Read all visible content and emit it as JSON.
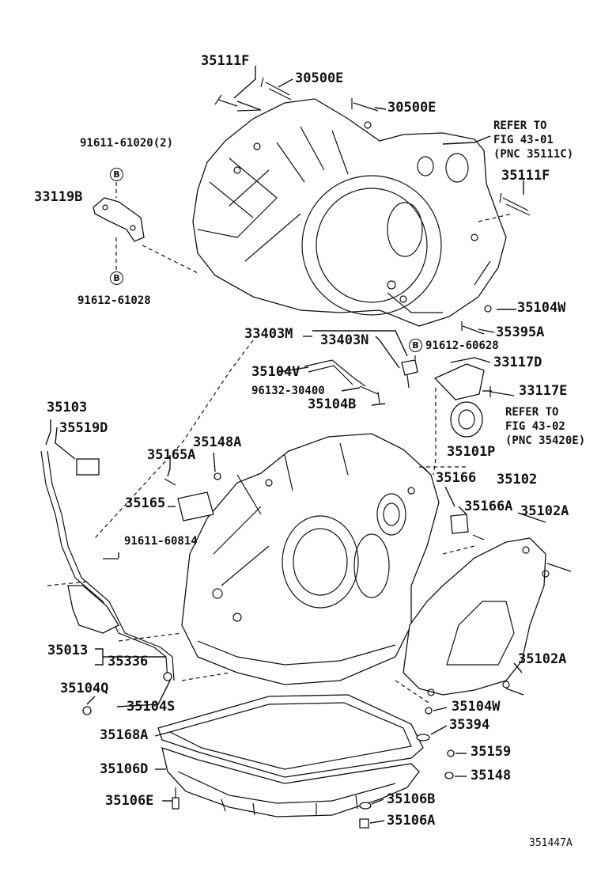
{
  "figure_code": "351447A",
  "markers": {
    "b": "B"
  },
  "labels": {
    "p35111F_top": "35111F",
    "p30500E_1": "30500E",
    "p30500E_2": "30500E",
    "refer1_l1": "REFER TO",
    "refer1_l2": "FIG 43-01",
    "refer1_l3": "(PNC 35111C)",
    "p35111F_right": "35111F",
    "p91611_61020": "91611-61020(2)",
    "p33119B": "33119B",
    "p91612_61028": "91612-61028",
    "p35104W_top": "35104W",
    "p35395A": "35395A",
    "p33403M": "33403M",
    "p33403N": "33403N",
    "p91612_60628": "91612-60628",
    "p33117D": "33117D",
    "p35104V": "35104V",
    "p96132_30400": "96132-30400",
    "p35104B": "35104B",
    "p33117E": "33117E",
    "refer2_l1": "REFER TO",
    "refer2_l2": "FIG 43-02",
    "refer2_l3": "(PNC 35420E)",
    "p35103": "35103",
    "p35519D": "35519D",
    "p35148A": "35148A",
    "p35165A": "35165A",
    "p35101P": "35101P",
    "p35166": "35166",
    "p35102": "35102",
    "p35165": "35165",
    "p35166A": "35166A",
    "p35102A_1": "35102A",
    "p91611_60814": "91611-60814",
    "p35013": "35013",
    "p35336": "35336",
    "p35102A_2": "35102A",
    "p35104Q": "35104Q",
    "p35104S": "35104S",
    "p35104W_bottom": "35104W",
    "p35394": "35394",
    "p35168A": "35168A",
    "p35159": "35159",
    "p35106D": "35106D",
    "p35148": "35148",
    "p35106E": "35106E",
    "p35106B": "35106B",
    "p35106A": "35106A"
  }
}
